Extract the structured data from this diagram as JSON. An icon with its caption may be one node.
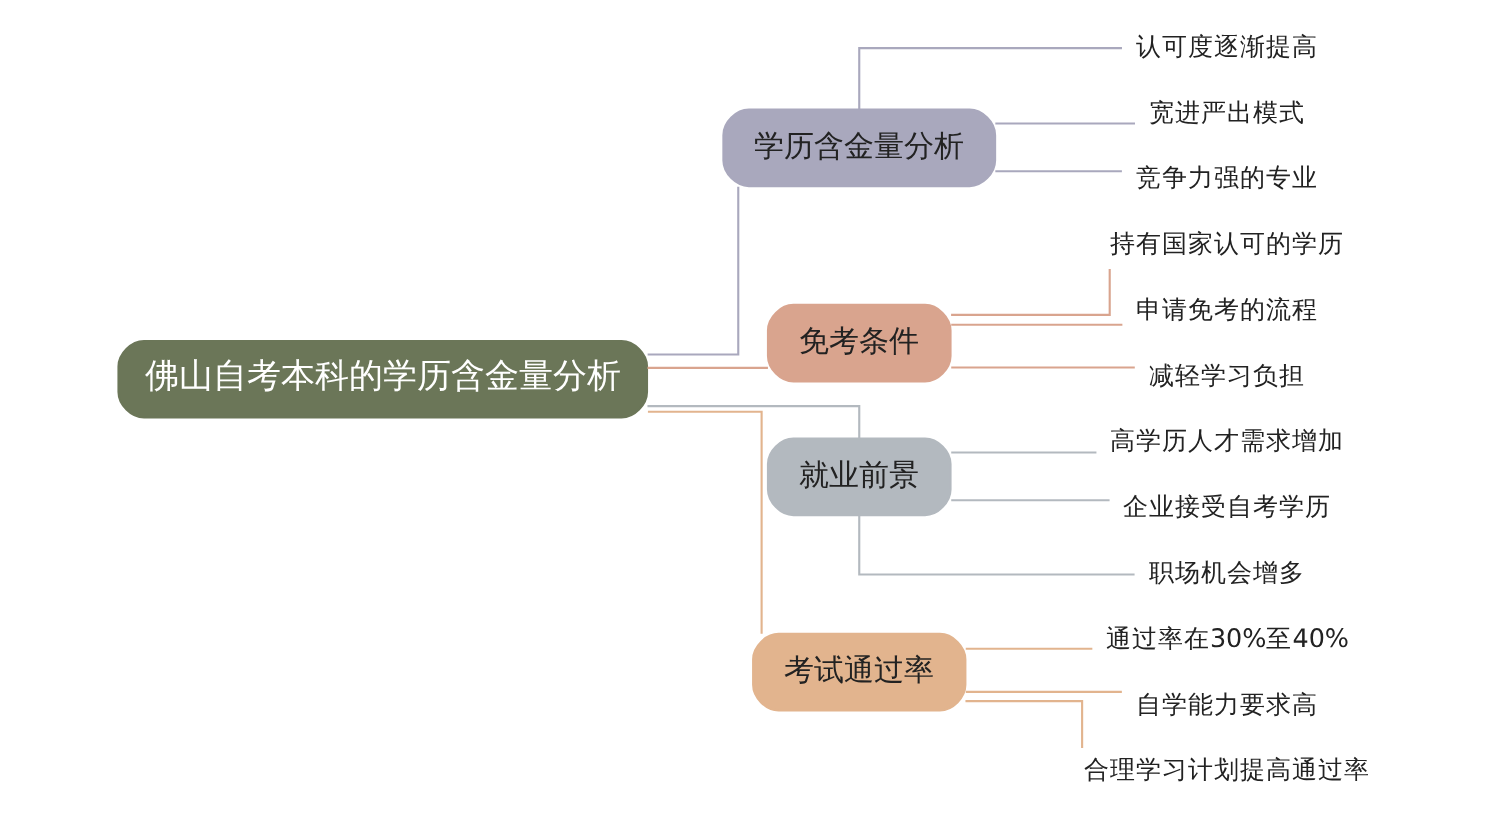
{
  "diagram": {
    "nodes": [
      {
        "text": [
          "佛山自考本科的学历含金量分析"
        ]
      },
      {
        "text": [
          "学历含金量分析"
        ]
      },
      {
        "text": [
          "认可度逐渐提高"
        ]
      },
      {
        "text": [
          "宽进严出模式"
        ]
      },
      {
        "text": [
          "竞争力强的专业"
        ]
      },
      {
        "text": [
          "免考条件"
        ]
      },
      {
        "text": [
          "持有国家认可的学历"
        ]
      },
      {
        "text": [
          "申请免考的流程"
        ]
      },
      {
        "text": [
          "减轻学习负担"
        ]
      },
      {
        "text": [
          "就业前景"
        ]
      },
      {
        "text": [
          "高学历人才需求增加"
        ]
      },
      {
        "text": [
          "企业接受自考学历"
        ]
      },
      {
        "text": [
          "职场机会增多"
        ]
      },
      {
        "text": [
          "考试通过率"
        ]
      },
      {
        "text": [
          "通过率在30%至40%"
        ]
      },
      {
        "text": [
          "自学能力要求高"
        ]
      },
      {
        "text": [
          "合理学习计划提高通过率"
        ]
      }
    ],
    "edges": [
      {
        "from": 0,
        "to": 1,
        "arrow": "none"
      },
      {
        "from": 1,
        "to": 2,
        "arrow": "none"
      },
      {
        "from": 1,
        "to": 3,
        "arrow": "none"
      },
      {
        "from": 1,
        "to": 4,
        "arrow": "none"
      },
      {
        "from": 0,
        "to": 5,
        "arrow": "none"
      },
      {
        "from": 5,
        "to": 6,
        "arrow": "none"
      },
      {
        "from": 5,
        "to": 7,
        "arrow": "none"
      },
      {
        "from": 5,
        "to": 8,
        "arrow": "none"
      },
      {
        "from": 0,
        "to": 9,
        "arrow": "none"
      },
      {
        "from": 9,
        "to": 10,
        "arrow": "none"
      },
      {
        "from": 9,
        "to": 11,
        "arrow": "none"
      },
      {
        "from": 9,
        "to": 12,
        "arrow": "none"
      },
      {
        "from": 0,
        "to": 13,
        "arrow": "none"
      },
      {
        "from": 13,
        "to": 14,
        "arrow": "none"
      },
      {
        "from": 13,
        "to": 15,
        "arrow": "none"
      },
      {
        "from": 13,
        "to": 16,
        "arrow": "none"
      }
    ]
  }
}
